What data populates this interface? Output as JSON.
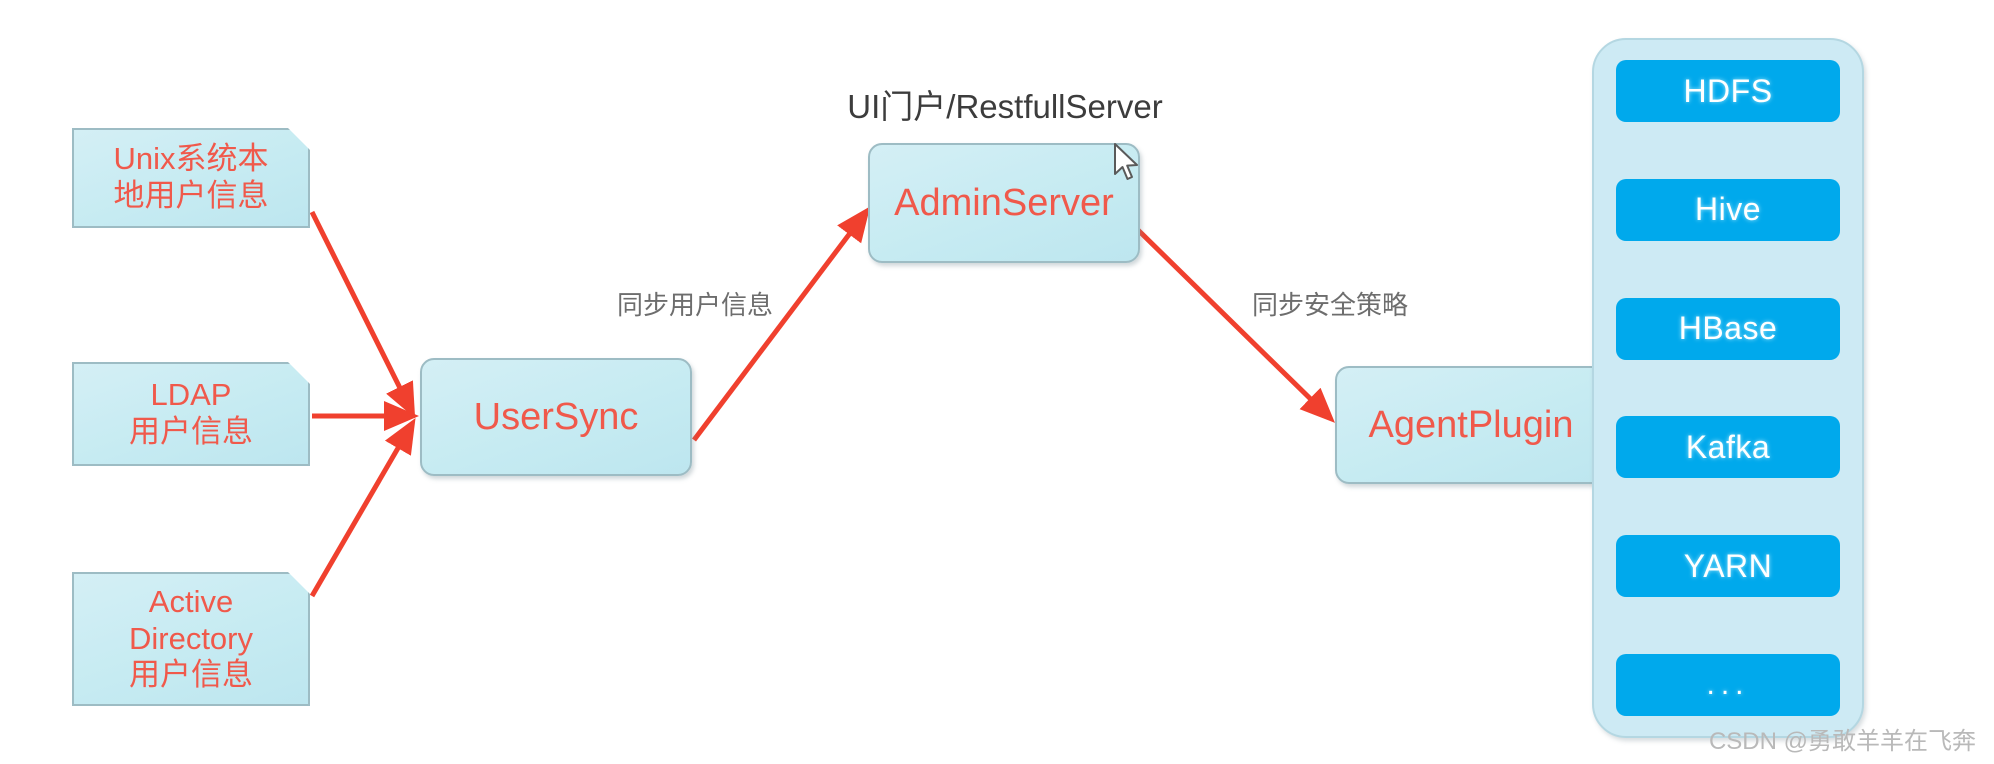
{
  "diagram": {
    "title_caption": "UI门户/RestfullServer",
    "sources": [
      {
        "id": "unix",
        "label": "Unix系统本\n地用户信息"
      },
      {
        "id": "ldap",
        "label": "LDAP\n用户信息"
      },
      {
        "id": "active-directory",
        "label": "Active\nDirectory\n用户信息"
      }
    ],
    "nodes": {
      "usersync": "UserSync",
      "adminserver": "AdminServer",
      "agentplugin": "AgentPlugin"
    },
    "edge_labels": {
      "user_sync": "同步用户信息",
      "security_policy": "同步安全策略"
    },
    "service_stack": [
      "HDFS",
      "Hive",
      "HBase",
      "Kafka",
      "YARN",
      "..."
    ],
    "colors": {
      "node_fill": "#c6ebf2",
      "node_border": "#9dbcc4",
      "node_text": "#f0594b",
      "arrow": "#f0402e",
      "service_item": "#00a9ec",
      "service_container": "#cdeaf4",
      "caption_text": "#3c3c3c",
      "edge_label_text": "#6d6d6d"
    }
  },
  "cursor": {
    "icon": "arrow-pointer"
  },
  "watermark": {
    "text": "CSDN @勇敢羊羊在飞奔"
  }
}
